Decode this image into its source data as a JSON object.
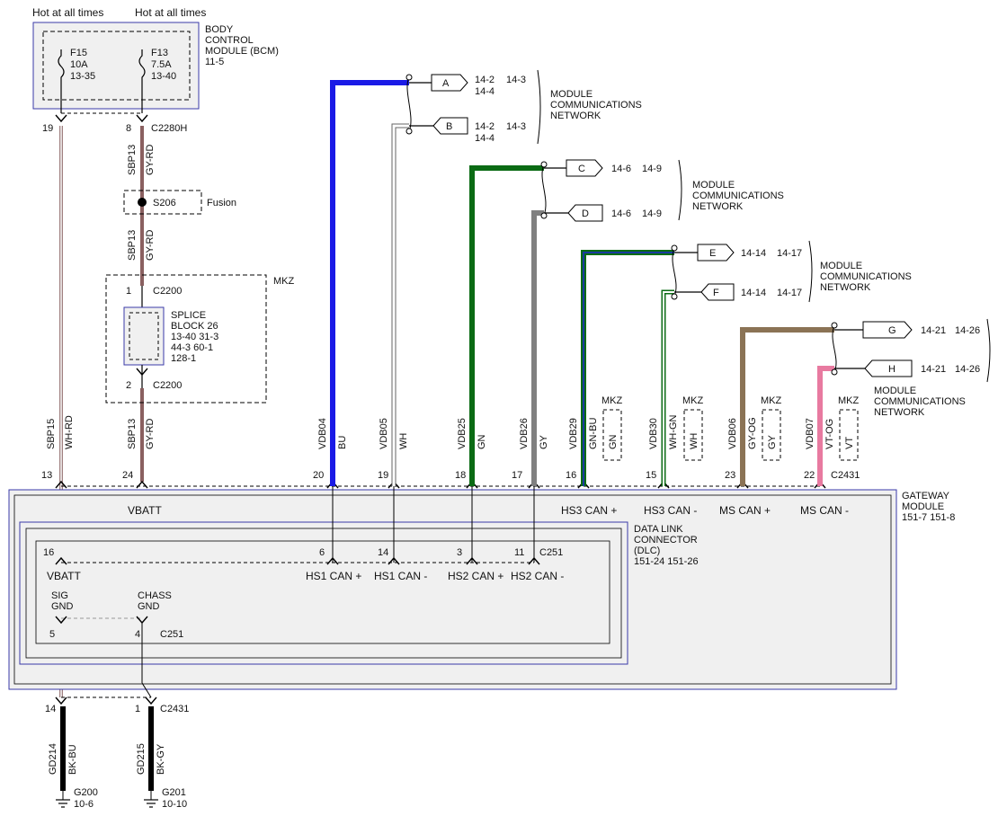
{
  "hot": {
    "left": "Hot at all times",
    "right": "Hot at all times"
  },
  "bcm": {
    "name": [
      "BODY",
      "CONTROL",
      "MODULE (BCM)",
      "11-5"
    ],
    "f15": [
      "F15",
      "10A",
      "13-35"
    ],
    "f13": [
      "F13",
      "7.5A",
      "13-40"
    ]
  },
  "pins": {
    "bcm19": "19",
    "bcm8": "8",
    "c2280h": "C2280H",
    "c2200_1": "1",
    "c2200_1_name": "C2200",
    "c2200_2": "2",
    "c2200_2_name": "C2200",
    "p13": "13",
    "p24": "24",
    "p20": "20",
    "p19": "19",
    "p18": "18",
    "p17": "17",
    "p16": "16",
    "p15": "15",
    "p23": "23",
    "p22": "22",
    "c2431": "C2431",
    "dlc16": "16",
    "dlc6": "6",
    "dlc14": "14",
    "dlc3": "3",
    "dlc11": "11",
    "c251": "C251",
    "dlc5": "5",
    "dlc4": "4",
    "c251b": "C251",
    "g14": "14",
    "g1": "1",
    "c2431b": "C2431"
  },
  "splices": {
    "s206": "S206",
    "fusion": "Fusion",
    "mkz": "MKZ",
    "block": [
      "SPLICE",
      "BLOCK 26",
      "13-40   31-3",
      "44-3    60-1",
      "128-1"
    ]
  },
  "wires": {
    "sbp13a": "SBP13",
    "gyrd_a": "GY-RD",
    "sbp13b": "SBP13",
    "gyrd_b": "GY-RD",
    "sbp15": "SBP15",
    "whrd": "WH-RD",
    "sbp13c": "SBP13",
    "gyrd_c": "GY-RD",
    "vdb04": "VDB04",
    "bu": "BU",
    "vdb05": "VDB05",
    "wh": "WH",
    "vdb25": "VDB25",
    "gn": "GN",
    "vdb26": "VDB26",
    "gy": "GY",
    "vdb29": "VDB29",
    "gnbu": "GN-BU",
    "mkz1": "MKZ",
    "alt1": "GN",
    "vdb30": "VDB30",
    "whgn": "WH-GN",
    "mkz2": "MKZ",
    "alt2": "WH",
    "vdb06": "VDB06",
    "gyog": "GY-OG",
    "mkz3": "MKZ",
    "alt3": "GY",
    "vdb07": "VDB07",
    "vtog": "VT-OG",
    "mkz4": "MKZ",
    "alt4": "VT",
    "gd214": "GD214",
    "bkbu": "BK-BU",
    "gd215": "GD215",
    "bkgy": "BK-GY"
  },
  "flags": {
    "a": {
      "letter": "A",
      "ref1": "14-2",
      "ref2": "14-3",
      "ref3": "14-4"
    },
    "b": {
      "letter": "B",
      "ref1": "14-2",
      "ref2": "14-3",
      "ref3": "14-4"
    },
    "c": {
      "letter": "C",
      "ref1": "14-6",
      "ref2": "14-9"
    },
    "d": {
      "letter": "D",
      "ref1": "14-6",
      "ref2": "14-9"
    },
    "e": {
      "letter": "E",
      "ref1": "14-14",
      "ref2": "14-17"
    },
    "f": {
      "letter": "F",
      "ref1": "14-14",
      "ref2": "14-17"
    },
    "g": {
      "letter": "G",
      "ref1": "14-21",
      "ref2": "14-26"
    },
    "h": {
      "letter": "H",
      "ref1": "14-21",
      "ref2": "14-26"
    }
  },
  "network": {
    "line1": "MODULE",
    "line2": "COMMUNICATIONS",
    "line3": "NETWORK"
  },
  "gateway": {
    "name": [
      "GATEWAY",
      "MODULE",
      "151-7   151-8"
    ],
    "vbatt": "VBATT",
    "hs3p": "HS3 CAN +",
    "hs3m": "HS3 CAN -",
    "msp": "MS CAN +",
    "msm": "MS CAN -"
  },
  "dlc": {
    "name": [
      "DATA LINK",
      "CONNECTOR",
      "(DLC)",
      "151-24   151-26"
    ],
    "vbatt": "VBATT",
    "hs1p": "HS1 CAN +",
    "hs1m": "HS1 CAN -",
    "hs2p": "HS2 CAN +",
    "hs2m": "HS2 CAN -",
    "sig": [
      "SIG",
      "GND"
    ],
    "chass": [
      "CHASS",
      "GND"
    ]
  },
  "grounds": {
    "g200": "G200",
    "g200ref": "10-6",
    "g201": "G201",
    "g201ref": "10-10"
  },
  "colors": {
    "blue": "#1a1ae6",
    "green": "#0b6b14",
    "gray": "#808080",
    "tan": "#8b7355",
    "pink": "#e87aa0",
    "gyrd": "#8a6060",
    "box": "#3a3aa8"
  }
}
